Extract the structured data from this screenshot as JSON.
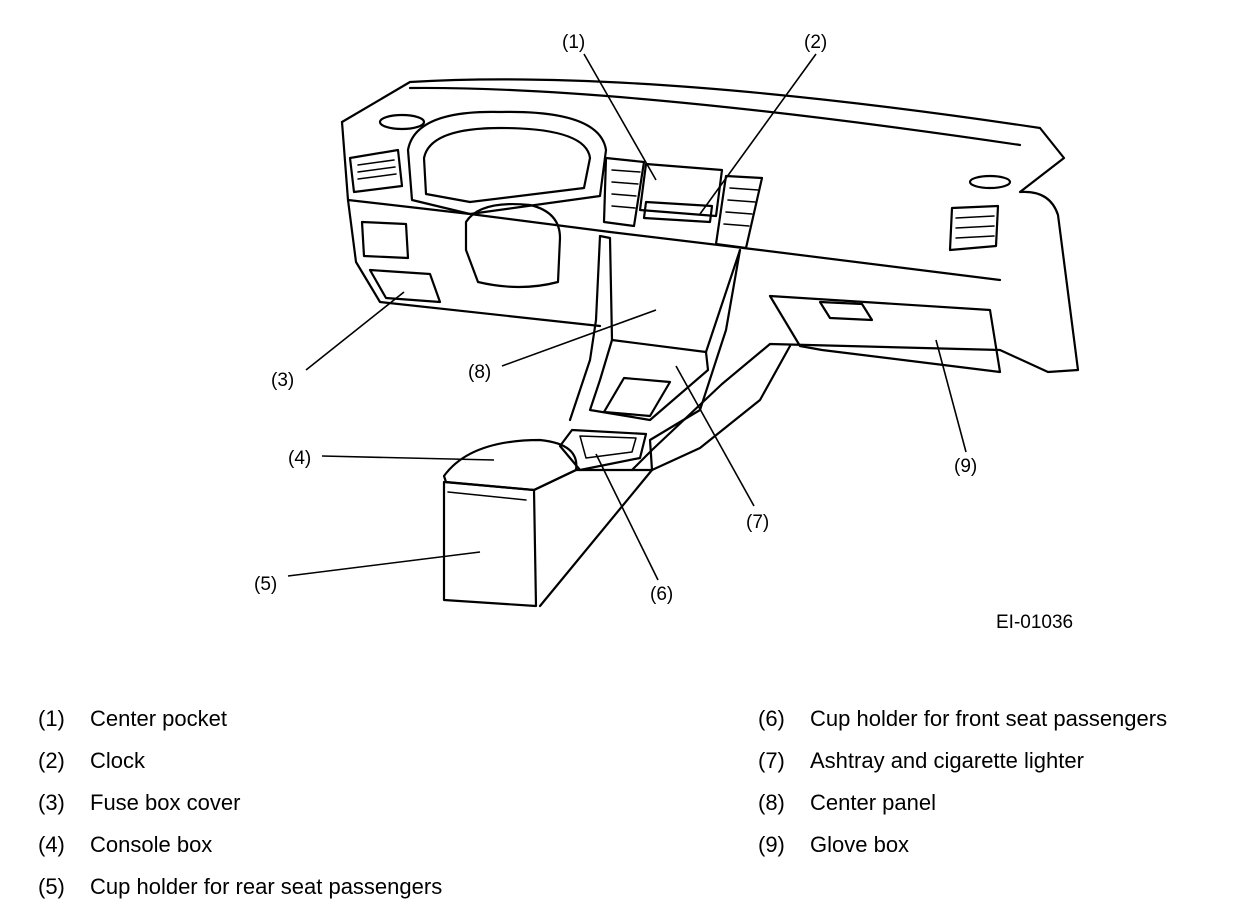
{
  "figure_code": "EI-01036",
  "callouts": {
    "c1": "(1)",
    "c2": "(2)",
    "c3": "(3)",
    "c4": "(4)",
    "c5": "(5)",
    "c6": "(6)",
    "c7": "(7)",
    "c8": "(8)",
    "c9": "(9)"
  },
  "legend": {
    "left": [
      {
        "num": "(1)",
        "text": "Center pocket"
      },
      {
        "num": "(2)",
        "text": "Clock"
      },
      {
        "num": "(3)",
        "text": "Fuse box cover"
      },
      {
        "num": "(4)",
        "text": "Console box"
      },
      {
        "num": "(5)",
        "text": "Cup holder for rear seat passengers"
      }
    ],
    "right": [
      {
        "num": "(6)",
        "text": "Cup holder for front seat passengers"
      },
      {
        "num": "(7)",
        "text": "Ashtray and cigarette lighter"
      },
      {
        "num": "(8)",
        "text": "Center panel"
      },
      {
        "num": "(9)",
        "text": "Glove box"
      }
    ]
  }
}
